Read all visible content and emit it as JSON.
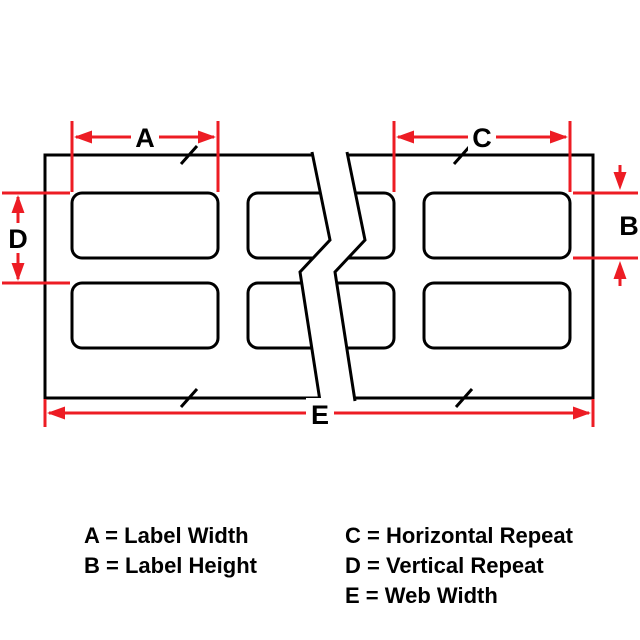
{
  "dimension_labels": {
    "a": "A",
    "b": "B",
    "c": "C",
    "d": "D",
    "e": "E"
  },
  "legend": {
    "left": [
      "A = Label Width",
      "B = Label Height"
    ],
    "right": [
      "C = Horizontal Repeat",
      "D = Vertical Repeat",
      "E = Web Width"
    ]
  },
  "colors": {
    "dimension_red": "#ed1c24",
    "line_black": "#000000",
    "background": "#ffffff"
  }
}
